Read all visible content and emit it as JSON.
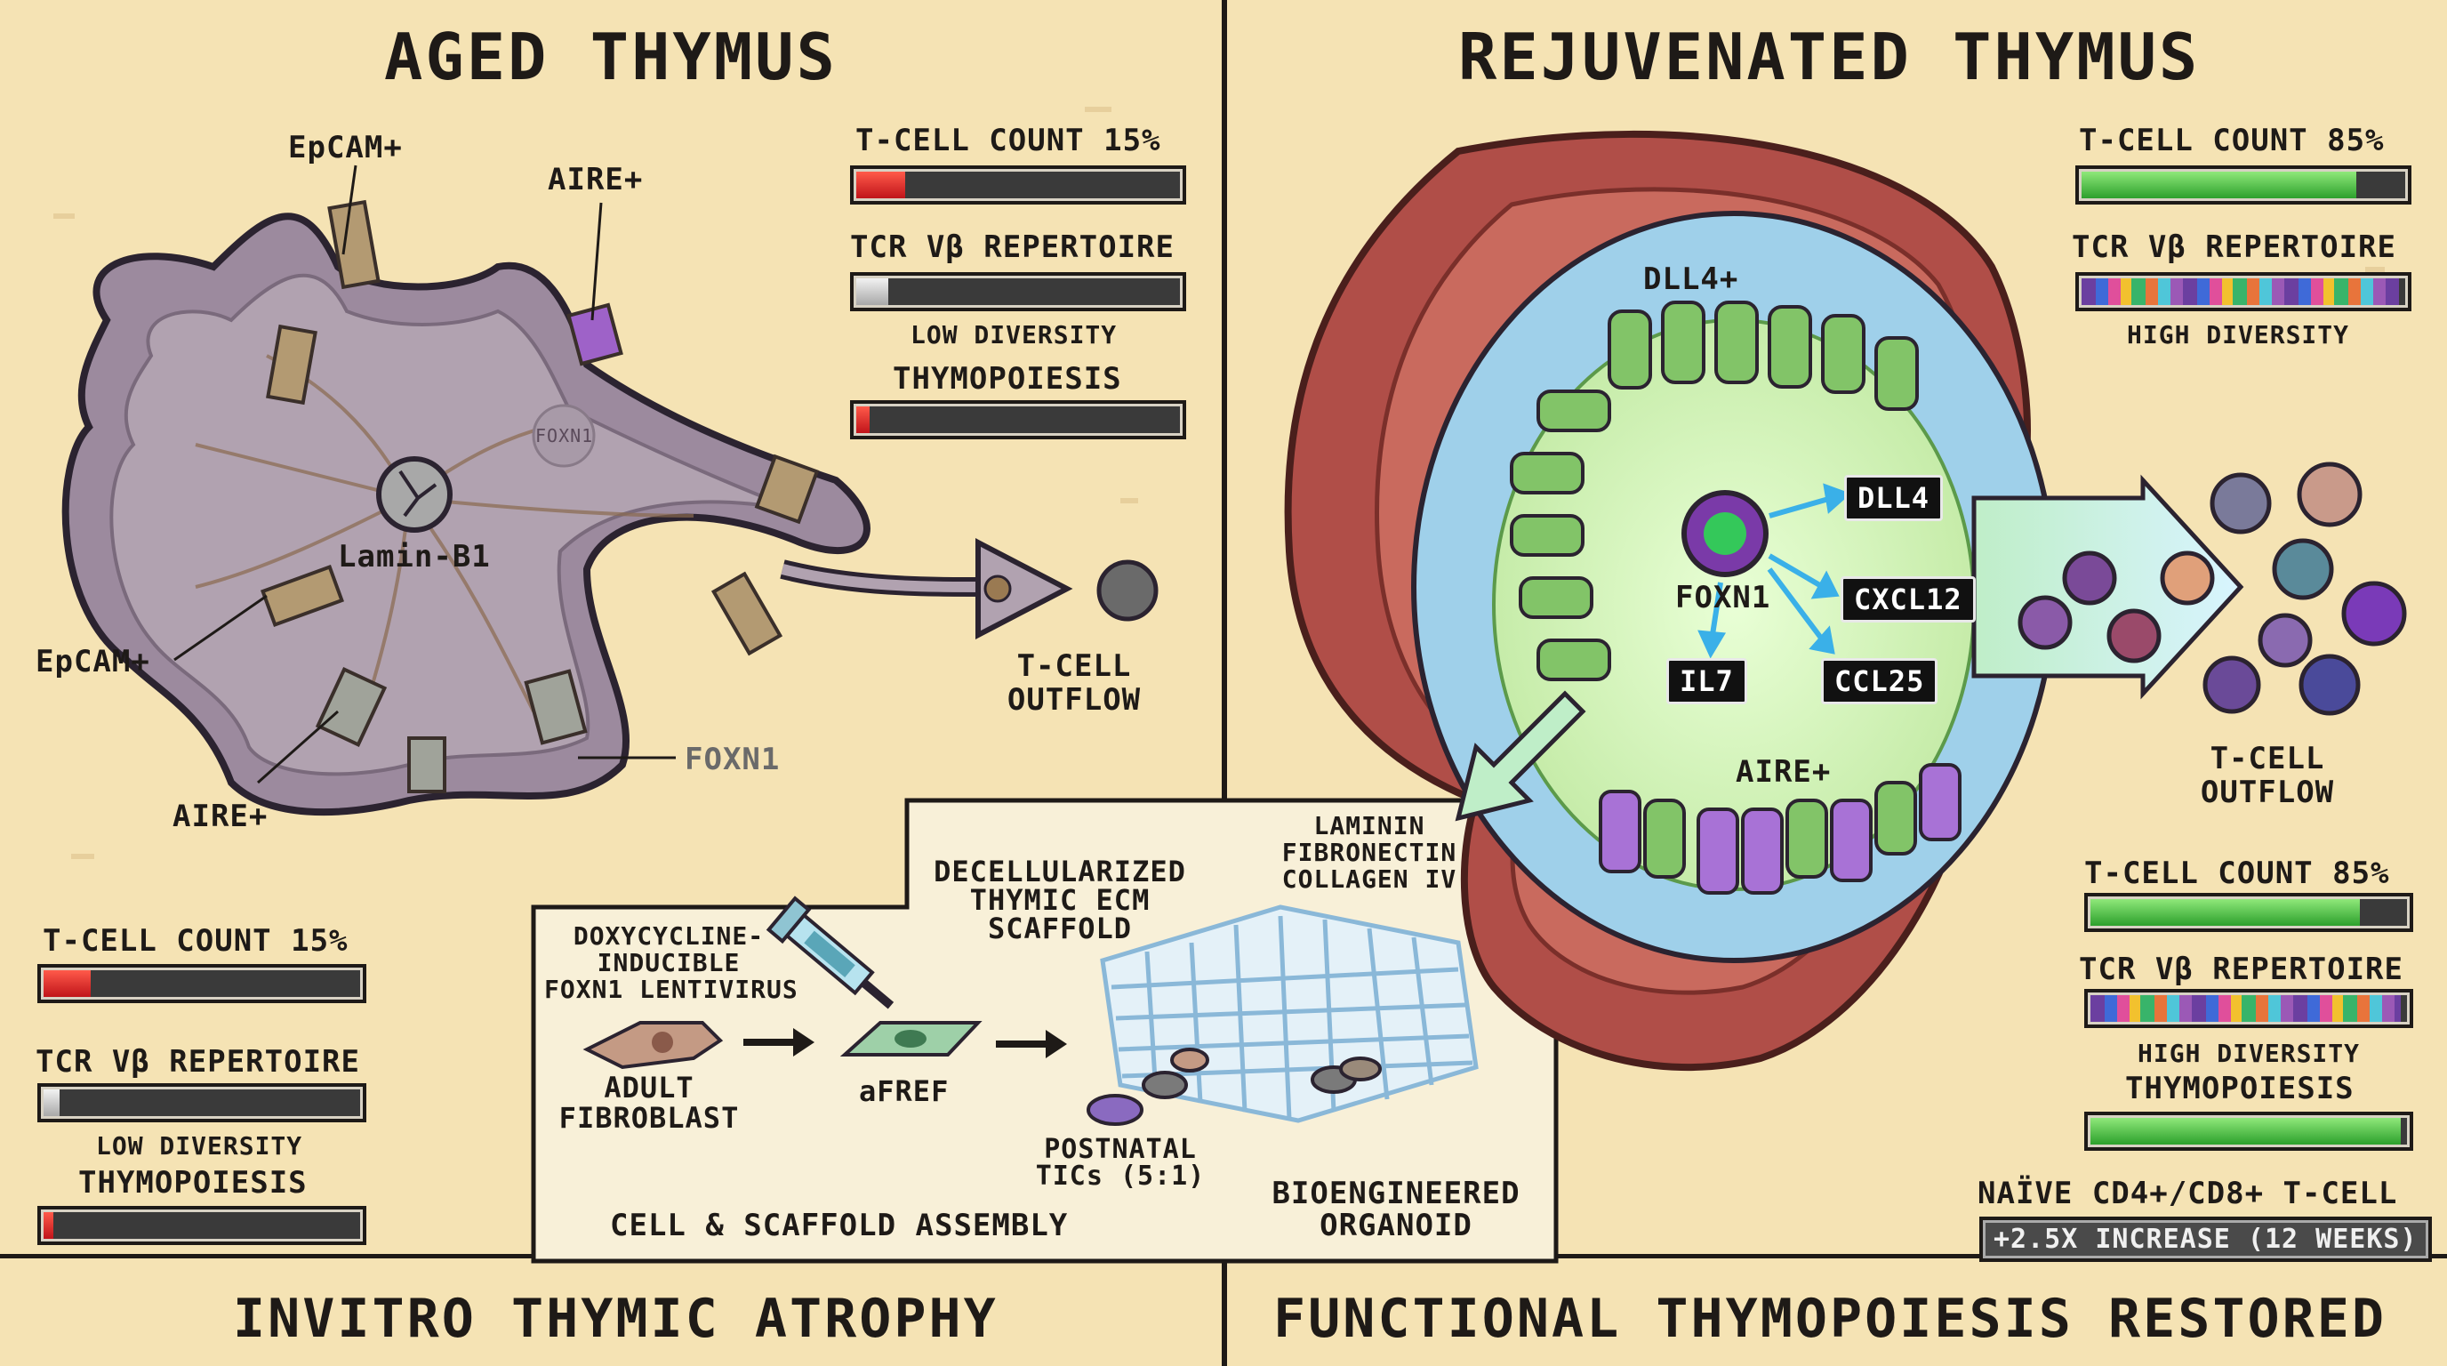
{
  "left": {
    "title": "AGED THYMUS",
    "labels": {
      "epcam_top": "EpCAM+",
      "aire_top": "AIRE+",
      "foxn1_inner": "FOXN1",
      "lamin": "Lamin-B1",
      "epcam_left": "EpCAM+",
      "aire_bottom": "AIRE+",
      "foxn1_right": "FOXN1",
      "outflow_line1": "T-CELL",
      "outflow_line2": "OUTFLOW"
    },
    "metrics_top": {
      "tcell_label": "T-CELL COUNT 15%",
      "tcell_value": 0.15,
      "tcr_label": "TCR Vβ REPERTOIRE",
      "tcr_value": 0.1,
      "diversity_label": "LOW DIVERSITY",
      "thymo_label": "THYMOPOIESIS",
      "thymo_value": 0.04
    },
    "metrics_bottom": {
      "tcell_label": "T-CELL COUNT 15%",
      "tcell_value": 0.15,
      "tcr_label": "TCR Vβ REPERTOIRE",
      "tcr_value": 0.05,
      "diversity_label": "LOW DIVERSITY",
      "thymo_label": "THYMOPOIESIS",
      "thymo_value": 0.03
    },
    "bottom_title": "INVITRO THYMIC ATROPHY"
  },
  "right": {
    "title": "REJUVENATED THYMUS",
    "labels": {
      "dll4_plus": "DLL4+",
      "foxn1": "FOXN1",
      "aire": "AIRE+",
      "outflow_line1": "T-CELL",
      "outflow_line2": "OUTFLOW"
    },
    "tags": {
      "dll4": "DLL4",
      "cxcl12": "CXCL12",
      "il7": "IL7",
      "ccl25": "CCL25"
    },
    "metrics_top": {
      "tcell_label": "T-CELL COUNT 85%",
      "tcell_value": 0.85,
      "tcr_label": "TCR Vβ REPERTOIRE",
      "tcr_value": 0.98,
      "diversity_label": "HIGH DIVERSITY"
    },
    "metrics_bottom": {
      "tcell_label": "T-CELL COUNT 85%",
      "tcell_value": 0.85,
      "tcr_label": "TCR Vβ REPERTOIRE",
      "tcr_value": 0.98,
      "diversity_label": "HIGH DIVERSITY",
      "thymo_label": "THYMOPOIESIS",
      "thymo_value": 0.98
    },
    "naive_label": "NAÏVE CD4+/CD8+ T-CELL",
    "naive_badge": "+2.5X INCREASE (12 WEEKS)",
    "bottom_title": "FUNCTIONAL THYMOPOIESIS RESTORED"
  },
  "assembly": {
    "lentivirus_line1": "DOXYCYCLINE-",
    "lentivirus_line2": "INDUCIBLE",
    "lentivirus_line3": "FOXN1 LENTIVIRUS",
    "scaffold_line1": "DECELLULARIZED",
    "scaffold_line2": "THYMIC ECM",
    "scaffold_line3": "SCAFFOLD",
    "ecm_line1": "LAMININ",
    "ecm_line2": "FIBRONECTIN",
    "ecm_line3": "COLLAGEN IV",
    "fibroblast_line1": "ADULT",
    "fibroblast_line2": "FIBROBLAST",
    "afref": "aFREF",
    "tics_line1": "POSTNATAL",
    "tics_line2": "TICs (5:1)",
    "organoid_line1": "BIOENGINEERED",
    "organoid_line2": "ORGANOID",
    "caption": "CELL & SCAFFOLD ASSEMBLY"
  },
  "colors": {
    "background": "#f5e3b4",
    "aged_tissue": "#9c8a9e",
    "capsule": "#b04e48",
    "cortex": "#9fd0ea",
    "medulla": "#cdeea8",
    "bar_red": "#d8202a",
    "bar_green": "#3cb043"
  }
}
